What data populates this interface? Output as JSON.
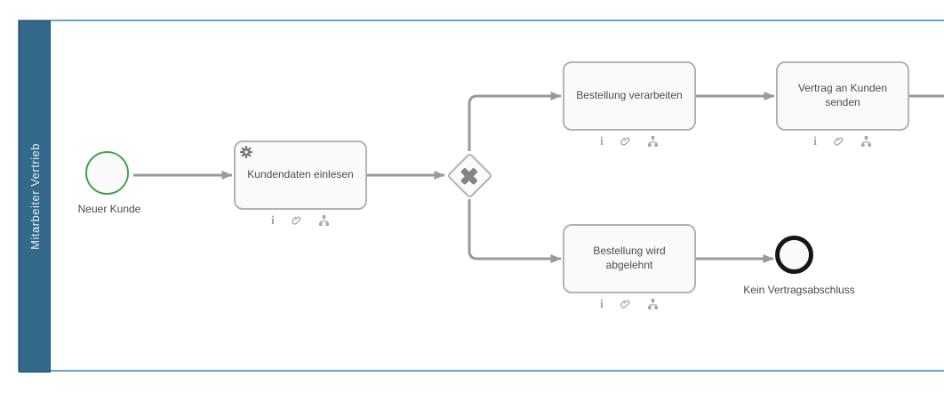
{
  "diagram": {
    "type": "bpmn-process",
    "lane": {
      "label": "Mitarbeiter Vertrieb"
    },
    "nodes": {
      "start": {
        "kind": "start-event",
        "label": "Neuer Kunde"
      },
      "task1": {
        "kind": "service-task",
        "label": "Kundendaten einlesen"
      },
      "gateway": {
        "kind": "exclusive-gateway",
        "label": ""
      },
      "task2": {
        "kind": "task",
        "label": "Bestellung verarbeiten"
      },
      "task3": {
        "kind": "task",
        "label": "Vertrag an Kunden senden"
      },
      "task4": {
        "kind": "task",
        "label": "Bestellung wird abgelehnt"
      },
      "end": {
        "kind": "end-event",
        "label": "Kein Vertragsabschluss"
      }
    },
    "flows": [
      {
        "from": "start",
        "to": "task1"
      },
      {
        "from": "task1",
        "to": "gateway"
      },
      {
        "from": "gateway",
        "to": "task2"
      },
      {
        "from": "task2",
        "to": "task3"
      },
      {
        "from": "task3",
        "to": "offscreen-right"
      },
      {
        "from": "gateway",
        "to": "task4"
      },
      {
        "from": "task4",
        "to": "end"
      }
    ]
  },
  "icons": {
    "info_glyph": "i"
  },
  "colors": {
    "lane_header": "#35698c",
    "lane_border": "#74a1bf",
    "lane_header_border": "#214f75",
    "lane_text": "#e6eef4",
    "flow": "#999999",
    "task_fill": "#fafafa",
    "task_border": "#b3b3b3",
    "task_text": "#4d4d4d",
    "start_stroke": "#4aa04a",
    "end_stroke": "#161616",
    "gateway_mark": "#848484",
    "marker_icon": "#a8a8a8",
    "gear": "#7a7a7a"
  }
}
